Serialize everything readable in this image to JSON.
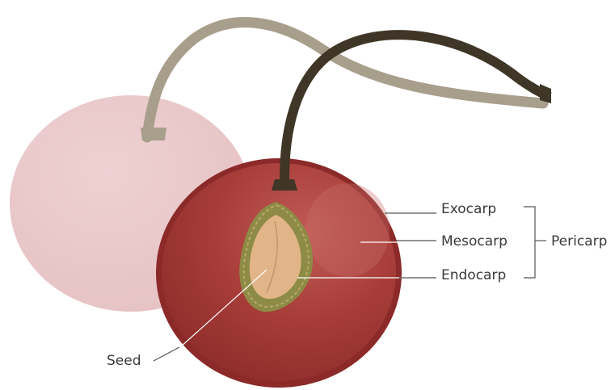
{
  "labels": {
    "exocarp": "Exocarp",
    "mesocarp": "Mesocarp",
    "endocarp": "Endocarp",
    "pericarp": "Pericarp",
    "seed": "Seed"
  },
  "colors": {
    "back_cherry": "#e9c7c9",
    "back_stem": "#a89e8c",
    "front_cherry": "#a33a36",
    "front_cherry_rim": "#8b2a28",
    "front_stem": "#3f3627",
    "endocarp": "#8d8b45",
    "seed": "#e2b588",
    "leader_line": "#555555",
    "leader_line_light": "#ffffff"
  }
}
